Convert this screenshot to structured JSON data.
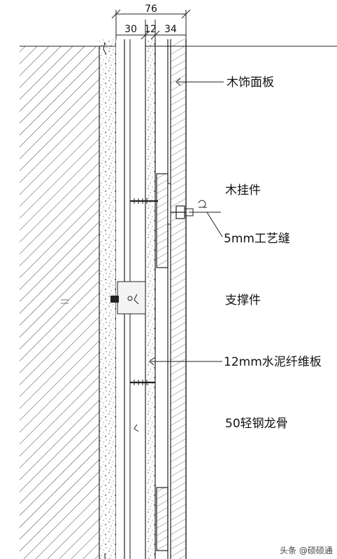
{
  "dimensions": {
    "total": "76",
    "segments": [
      "30",
      "12",
      "34"
    ]
  },
  "labels": {
    "wood_panel": "木饰面板",
    "wood_hanger": "木挂件",
    "craft_joint": "5mm工艺缝",
    "support": "支撑件",
    "cement_board": "12mm水泥纤维板",
    "steel_keel": "50轻钢龙骨"
  },
  "watermark": "头条 @硕硕通"
}
